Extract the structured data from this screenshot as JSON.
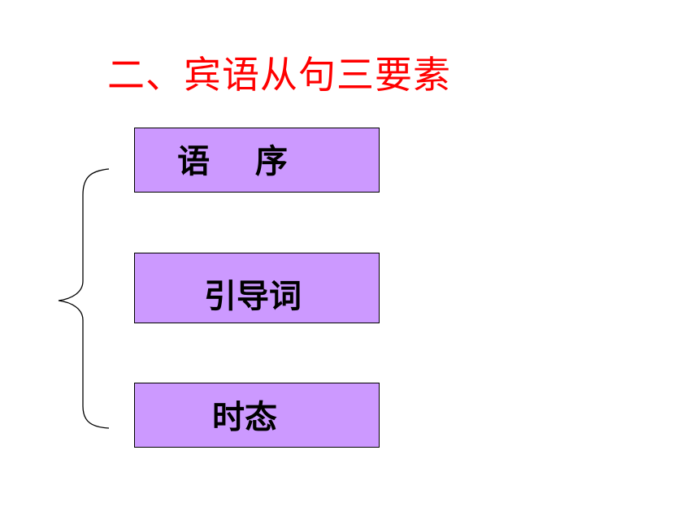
{
  "title": "二、宾语从句三要素",
  "colors": {
    "title": "#ff0000",
    "box_fill": "#cc99ff",
    "box_border": "#000000",
    "brace": "#000000"
  },
  "elements": [
    {
      "label": "语    序"
    },
    {
      "label": "引导词"
    },
    {
      "label": "时态"
    }
  ]
}
